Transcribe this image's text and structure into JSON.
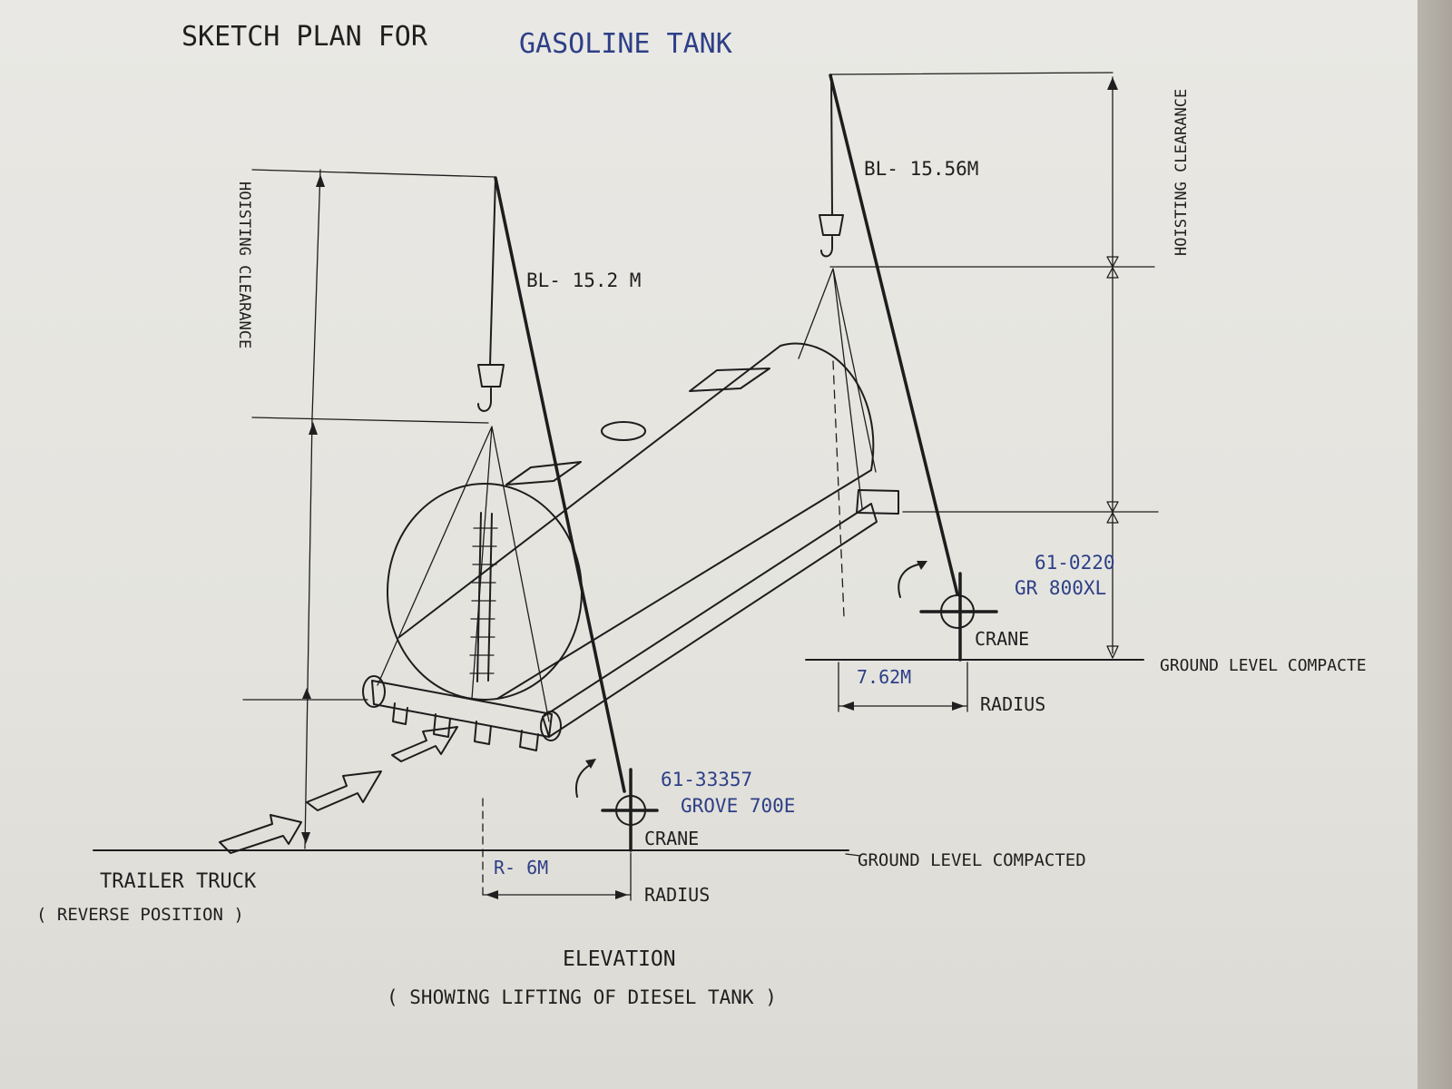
{
  "title": {
    "prefix": "SKETCH PLAN FOR",
    "highlight": "GASOLINE TANK"
  },
  "left_crane": {
    "boom_length": "BL- 15.2 M",
    "model_number": "61-33357",
    "model_name": "GROVE 700E",
    "crane_label": "CRANE",
    "radius_value": "R- 6M",
    "radius_label": "RADIUS",
    "ground_label": "GROUND LEVEL COMPACTED",
    "clearance_label": "HOISTING CLEARANCE"
  },
  "right_crane": {
    "boom_length": "BL- 15.56M",
    "model_number": "61-0220",
    "model_name": "GR 800XL",
    "crane_label": "CRANE",
    "radius_value": "7.62M",
    "radius_label": "RADIUS",
    "ground_label": "GROUND LEVEL COMPACTE",
    "clearance_label": "HOISTING CLEARANCE"
  },
  "trailer": {
    "line1": "TRAILER TRUCK",
    "line2": "( REVERSE POSITION )"
  },
  "caption": {
    "line1": "ELEVATION",
    "line2": "( SHOWING LIFTING OF DIESEL TANK )"
  },
  "colors": {
    "ink": "#1d1d1d",
    "blue_ink": "#2d3f86",
    "paper": "#e8e7e3"
  }
}
